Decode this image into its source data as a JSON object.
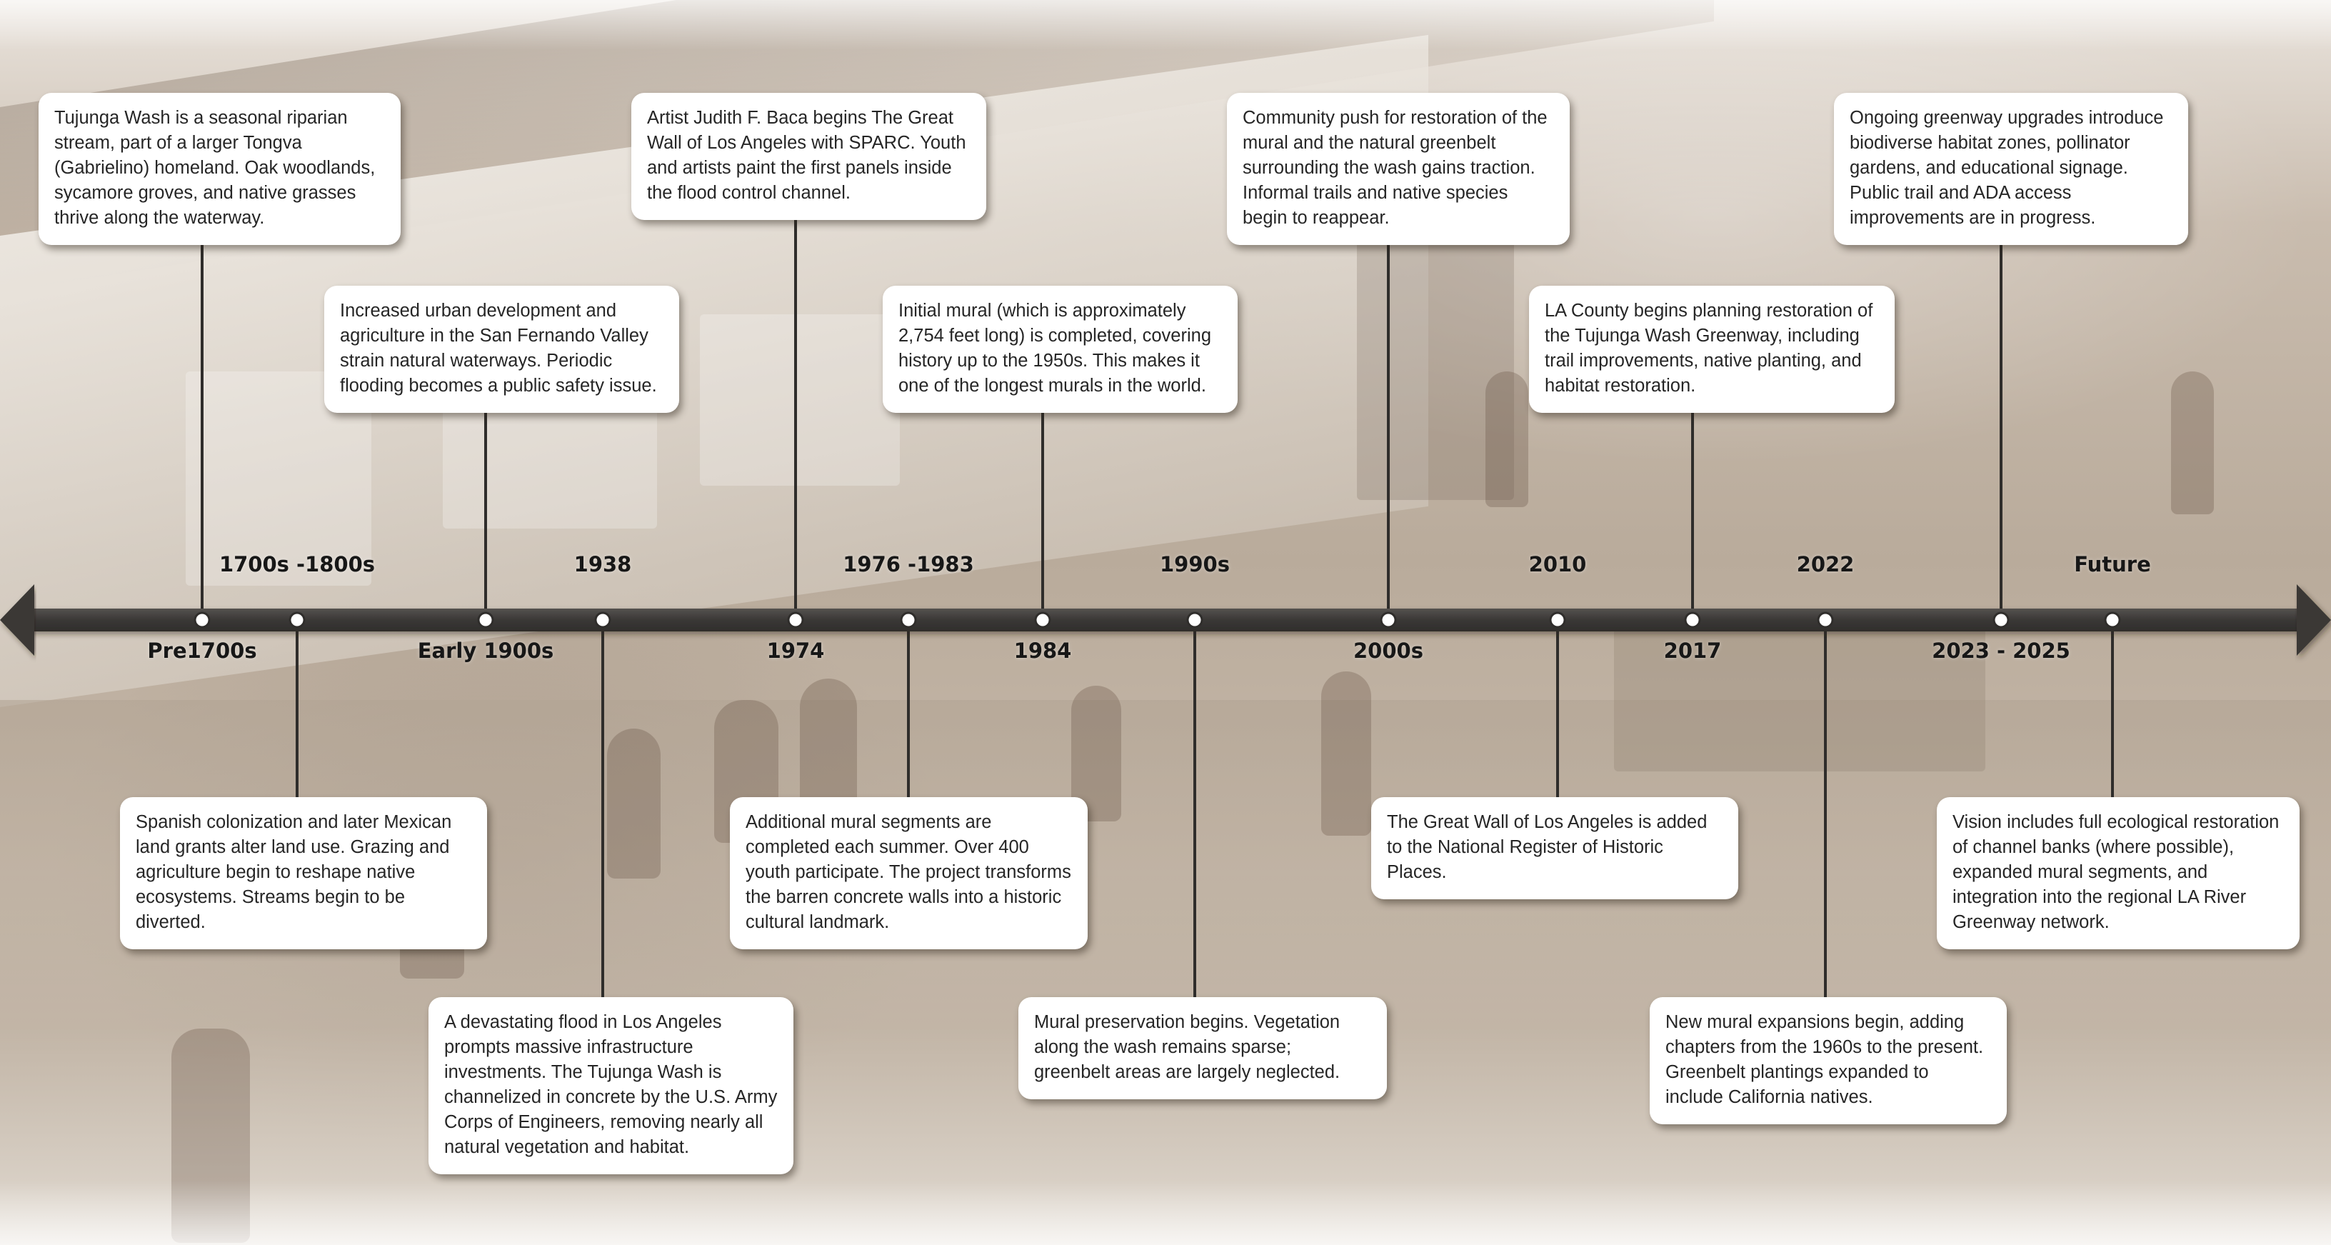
{
  "timeline": {
    "events": [
      {
        "id": "pre1700s",
        "date": "Pre1700s",
        "text": "Tujunga Wash is a seasonal riparian stream, part of a larger Tongva (Gabrielino) homeland. Oak woodlands, sycamore groves, and native grasses thrive along the waterway."
      },
      {
        "id": "1700s-1800s",
        "date": "1700s -1800s",
        "text": "Spanish colonization and later Mexican land grants alter land use. Grazing and agriculture begin to reshape native ecosystems. Streams begin to be diverted."
      },
      {
        "id": "early-1900s",
        "date": "Early 1900s",
        "text": "Increased urban development and agriculture in the San Fernando Valley strain natural waterways. Periodic flooding becomes a public safety issue."
      },
      {
        "id": "1938",
        "date": "1938",
        "text": "A devastating flood in Los Angeles prompts massive infrastructure investments. The Tujunga Wash is channelized in concrete by the U.S. Army Corps of Engineers, removing nearly all natural vegetation and habitat."
      },
      {
        "id": "1974",
        "date": "1974",
        "text": "Artist Judith F. Baca begins The Great Wall of Los Angeles with SPARC. Youth and artists paint the first panels inside the flood control channel."
      },
      {
        "id": "1976-1983",
        "date": "1976 -1983",
        "text": "Additional mural segments are completed each summer. Over 400 youth participate. The project transforms the barren concrete walls into a historic cultural landmark."
      },
      {
        "id": "1984",
        "date": "1984",
        "text": "Initial mural (which is approximately 2,754 feet long) is completed, covering history up to the 1950s. This makes it one of the longest murals in the world."
      },
      {
        "id": "1990s",
        "date": "1990s",
        "text": "Mural preservation begins. Vegetation along the wash remains sparse; greenbelt areas are largely neglected."
      },
      {
        "id": "2000s",
        "date": "2000s",
        "text": "Community push for restoration of the mural and the natural greenbelt surrounding the wash gains traction. Informal trails and native species begin to reappear."
      },
      {
        "id": "2010",
        "date": "2010",
        "text": "The Great Wall of Los Angeles is added to the National Register of Historic Places."
      },
      {
        "id": "2017",
        "date": "2017",
        "text": "LA County begins planning restoration of the Tujunga Wash Greenway, including trail improvements, native planting, and habitat restoration."
      },
      {
        "id": "2022",
        "date": "2022",
        "text": "New mural expansions begin, adding chapters from the 1960s to the present. Greenbelt plantings expanded to include California natives."
      },
      {
        "id": "2023-2025",
        "date": "2023 - 2025",
        "text": "Ongoing greenway upgrades introduce biodiverse habitat zones, pollinator gardens, and educational signage. Public trail and ADA access improvements are in progress."
      },
      {
        "id": "future",
        "date": "Future",
        "text": "Vision includes full ecological restoration of channel banks (where possible), expanded mural segments, and integration into the regional LA River Greenway network."
      }
    ]
  }
}
